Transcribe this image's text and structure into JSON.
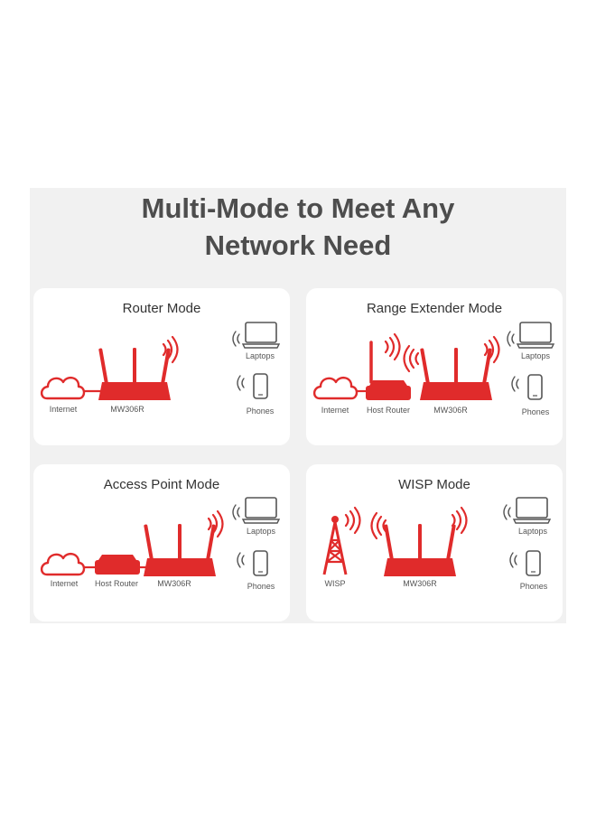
{
  "heading": {
    "line1": "Multi-Mode to Meet Any",
    "line2": "Network Need"
  },
  "colors": {
    "accent": "#e02b2b",
    "title_text": "#4d4d4d",
    "icon_outline": "#555555",
    "panel_bg": "#f1f1f1",
    "card_bg": "#ffffff"
  },
  "cards": [
    {
      "title": "Router Mode",
      "labels": {
        "internet": "Internet",
        "device": "MW306R",
        "laptops": "Laptops",
        "phones": "Phones"
      }
    },
    {
      "title": "Range Extender Mode",
      "labels": {
        "internet": "Internet",
        "host": "Host Router",
        "device": "MW306R",
        "laptops": "Laptops",
        "phones": "Phones"
      }
    },
    {
      "title": "Access Point Mode",
      "labels": {
        "internet": "Internet",
        "host": "Host Router",
        "device": "MW306R",
        "laptops": "Laptops",
        "phones": "Phones"
      }
    },
    {
      "title": "WISP Mode",
      "labels": {
        "wisp": "WISP",
        "device": "MW306R",
        "laptops": "Laptops",
        "phones": "Phones"
      }
    }
  ]
}
